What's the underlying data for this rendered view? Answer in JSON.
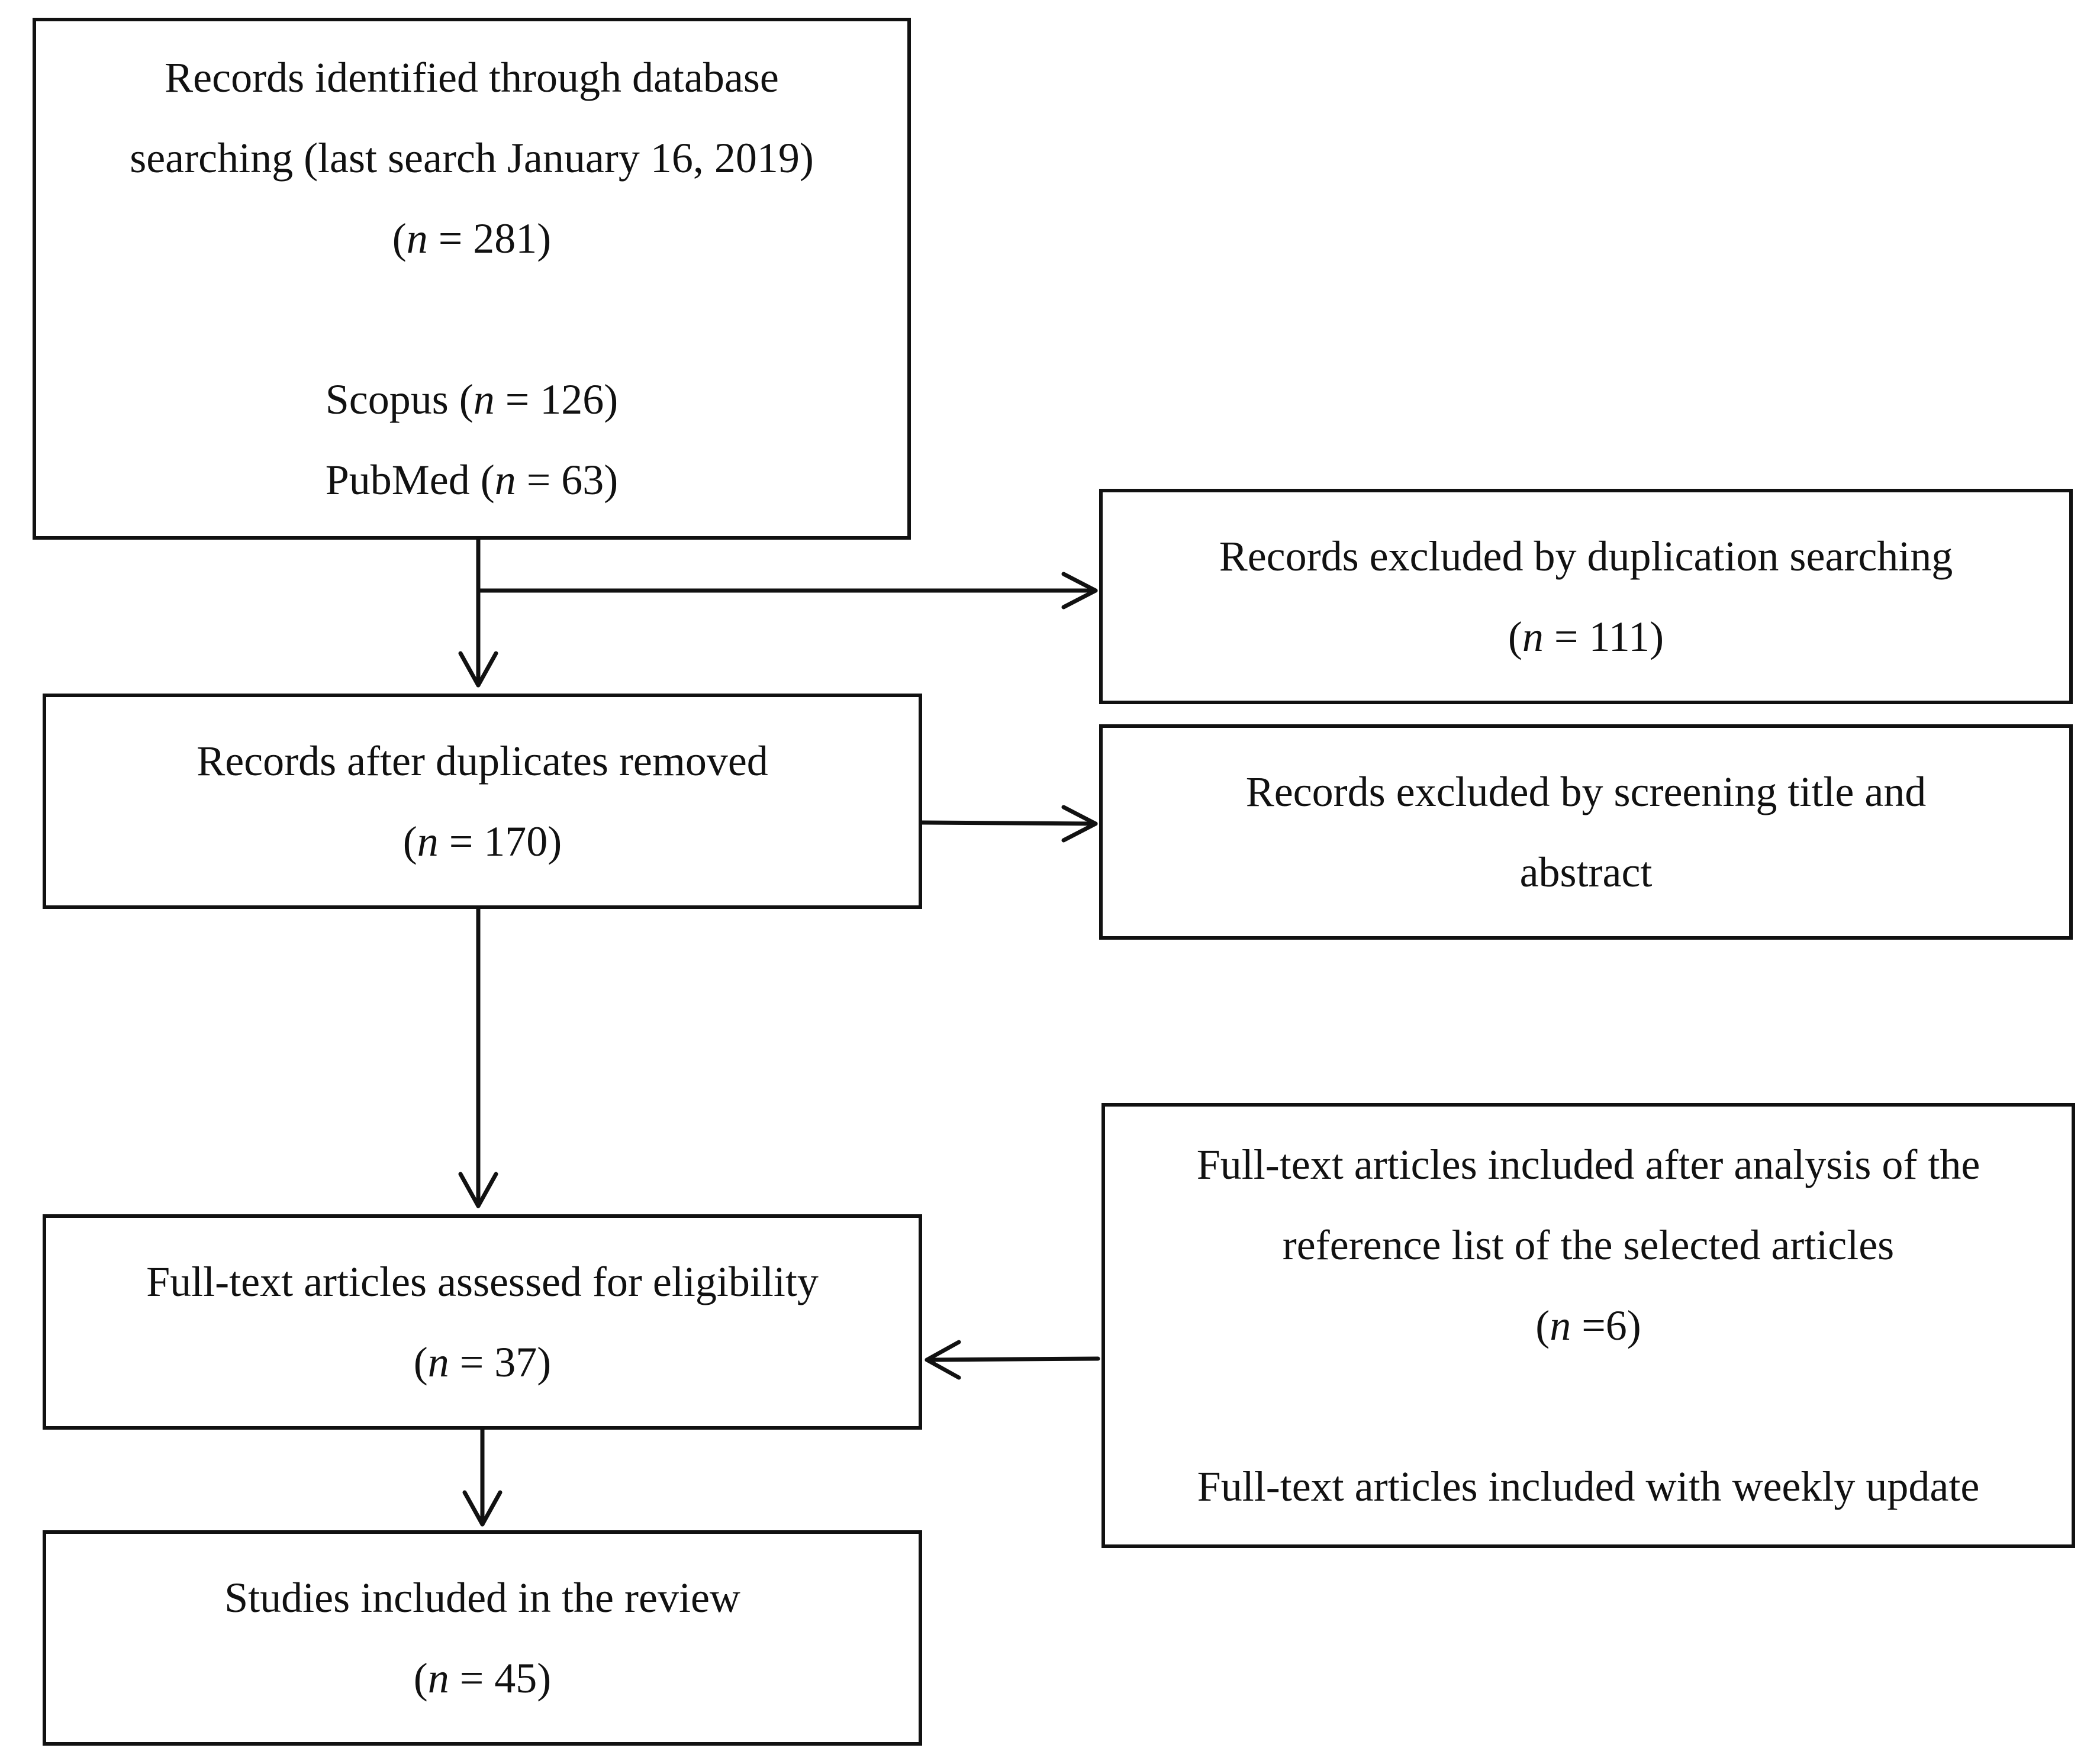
{
  "flow": {
    "identified": {
      "line1": "Records identified through database",
      "line2": "searching (last search January 16, 2019)",
      "n_label": "n",
      "n_value": " = 281)",
      "scopus_label": "Scopus (",
      "scopus_value": " = 126)",
      "pubmed_label": "PubMed (",
      "pubmed_value": " = 63)"
    },
    "duplicates_removed": {
      "line1": "Records after duplicates removed",
      "n_value": " = 170)"
    },
    "fulltext_assessed": {
      "line1": "Full-text articles assessed for eligibility",
      "n_value": " = 37)"
    },
    "studies_included": {
      "line1": "Studies included in the review",
      "n_value": " = 45)"
    },
    "excluded_duplication": {
      "line1": "Records excluded by duplication searching",
      "n_value": " = 111)"
    },
    "excluded_screening": {
      "line1": "Records excluded by screening title and",
      "line2": "abstract"
    },
    "added_articles": {
      "line1": "Full-text articles included after analysis of the",
      "line2": "reference list of the selected articles",
      "n_value": " =6)",
      "line4": "Full-text articles included with weekly update"
    }
  }
}
